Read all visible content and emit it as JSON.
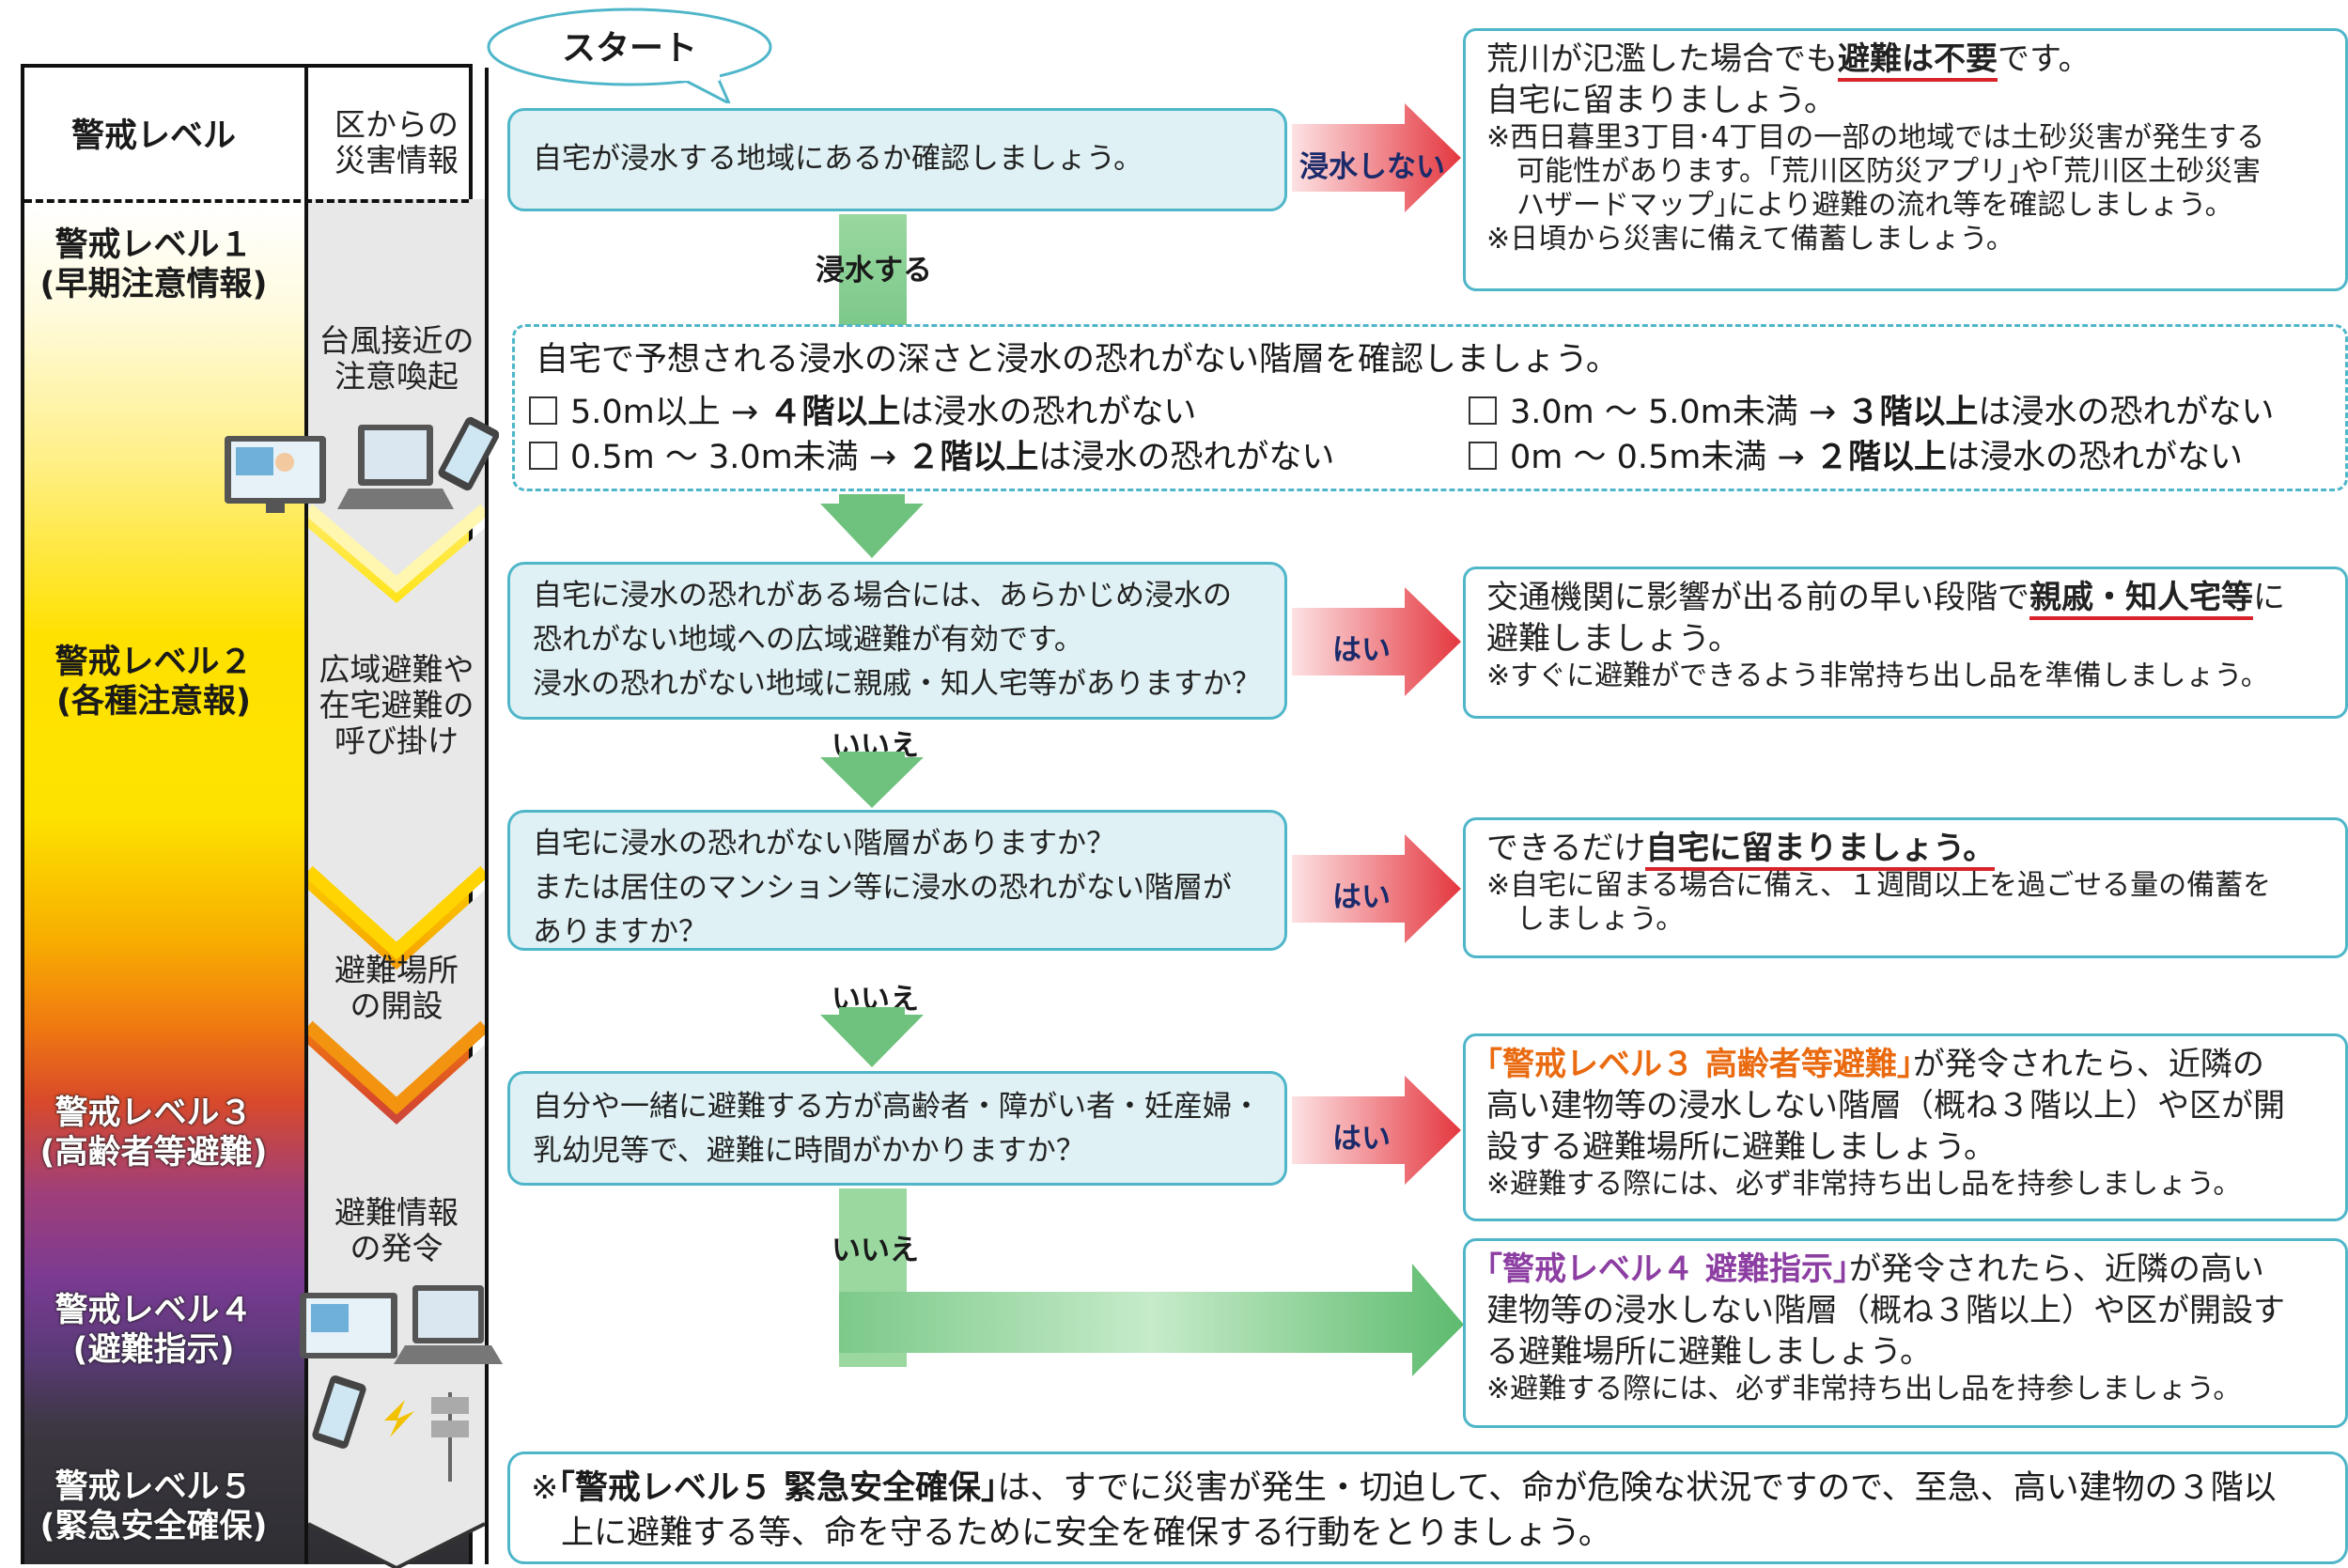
{
  "levels": {
    "header": "警戒レベル",
    "info_header": "区からの\n災害情報",
    "items": [
      {
        "name": "警戒レベル１",
        "sub": "(早期注意情報)"
      },
      {
        "name": "警戒レベル２",
        "sub": "(各種注意報)"
      },
      {
        "name": "警戒レベル３",
        "sub": "(高齢者等避難)"
      },
      {
        "name": "警戒レベル４",
        "sub": "(避難指示)"
      },
      {
        "name": "警戒レベル５",
        "sub": "(緊急安全確保)"
      }
    ],
    "info_items": [
      "台風接近の\n注意喚起",
      "広域避難や\n在宅避難の\n呼び掛け",
      "避難場所\nの開設",
      "避難情報\nの発令"
    ],
    "colors": {
      "yellow": "#ffe100",
      "orange": "#f07a10",
      "purple": "#7a3a92",
      "black": "#2e2e33"
    }
  },
  "start": "スタート",
  "q1": {
    "text": "自宅が浸水する地域にあるか確認しましょう。",
    "no_label": "浸水しない",
    "yes_label": "浸水する",
    "answer_pre": "荒川が氾濫した場合でも",
    "answer_em": "避難は不要",
    "answer_post": "です。",
    "answer_line2": "自宅に留まりましょう。",
    "note1": "※西日暮里3丁目･4丁目の一部の地域では土砂災害が発生する",
    "note1b": "可能性があります。｢荒川区防災アプリ｣や｢荒川区土砂災害",
    "note1c": "ハザードマップ｣により避難の流れ等を確認しましょう。",
    "note2": "※日頃から災害に備えて備蓄しましょう。"
  },
  "depth": {
    "title": "自宅で予想される浸水の深さと浸水の恐れがない階層を確認しましょう。",
    "options": [
      {
        "range": "5.0m以上 → ",
        "floor": "４階以上",
        "rest": "は浸水の恐れがない"
      },
      {
        "range": "3.0m ～ 5.0m未満 → ",
        "floor": "３階以上",
        "rest": "は浸水の恐れがない"
      },
      {
        "range": "0.5m ～ 3.0m未満 → ",
        "floor": "２階以上",
        "rest": "は浸水の恐れがない"
      },
      {
        "range": "0m ～ 0.5m未満 → ",
        "floor": "２階以上",
        "rest": "は浸水の恐れがない"
      }
    ]
  },
  "q2": {
    "line1": "自宅に浸水の恐れがある場合には、あらかじめ浸水の",
    "line2": "恐れがない地域への広域避難が有効です。",
    "line3": "浸水の恐れがない地域に親戚・知人宅等がありますか？",
    "yes": "はい",
    "no": "いいえ",
    "answer_pre": "交通機関に影響が出る前の早い段階で",
    "answer_em": "親戚・知人宅等",
    "answer_post": "に",
    "answer_line2": "避難しましょう。",
    "note": "※すぐに避難ができるよう非常持ち出し品を準備しましょう。"
  },
  "q3": {
    "line1": "自宅に浸水の恐れがない階層がありますか？",
    "line2": "または居住のマンション等に浸水の恐れがない階層が",
    "line3": "ありますか？",
    "yes": "はい",
    "no": "いいえ",
    "answer_pre": "できるだけ",
    "answer_em": "自宅に留まりましょう。",
    "note1": "※自宅に留まる場合に備え、１週間以上を過ごせる量の備蓄を",
    "note1b": "しましょう。"
  },
  "q4": {
    "line1": "自分や一緒に避難する方が高齢者・障がい者・妊産婦・",
    "line2": "乳幼児等で、避難に時間がかかりますか？",
    "yes": "はい",
    "no": "いいえ",
    "answer_em": "｢警戒レベル３ 高齢者等避難｣",
    "answer_post": "が発令されたら、近隣の",
    "answer_line2": "高い建物等の浸水しない階層（概ね３階以上）や区が開",
    "answer_line3": "設する避難場所に避難しましょう。",
    "note": "※避難する際には、必ず非常持ち出し品を持参しましょう。"
  },
  "a5": {
    "em": "｢警戒レベル４ 避難指示｣",
    "post": "が発令されたら、近隣の高い",
    "line2": "建物等の浸水しない階層（概ね３階以上）や区が開設す",
    "line3": "る避難場所に避難しましょう。",
    "note": "※避難する際には、必ず非常持ち出し品を持参しましょう。"
  },
  "bottom": {
    "pre": "※",
    "em": "｢警戒レベル５ 緊急安全確保｣",
    "post": "は、すでに災害が発生・切迫して、命が危険な状況ですので、至急、高い建物の３階以",
    "line2": "上に避難する等、命を守るために安全を確保する行動をとりましょう。"
  }
}
